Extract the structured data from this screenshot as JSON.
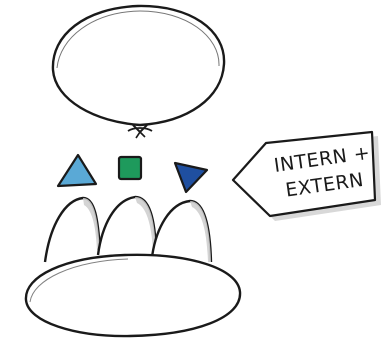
{
  "tag": {
    "line1": "INTERN +",
    "line2": "EXTERN"
  },
  "colors": {
    "ink": "#1a1a1a",
    "triangle_left": "#5aa9d6",
    "square": "#1e9a5c",
    "triangle_right": "#1f4fa0",
    "tag_fill": "#ffffff",
    "tag_shadow": "#d8d8d8",
    "arch_shade": "#cfcfcf"
  },
  "icons": [
    "balloon-outline",
    "triangle-shape",
    "square-shape",
    "arrow-triangle-shape",
    "crown-arches",
    "base-ellipse",
    "arrow-tag"
  ]
}
